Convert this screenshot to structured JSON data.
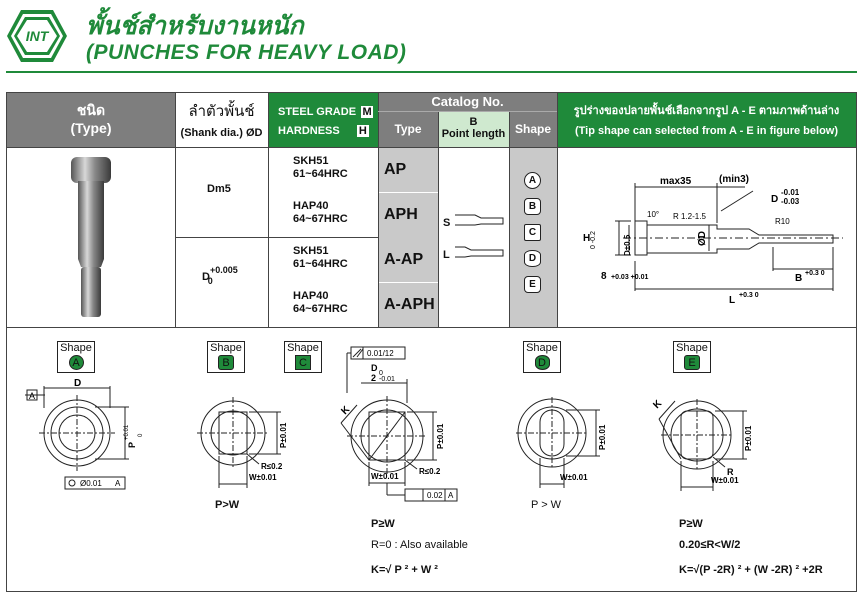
{
  "header": {
    "logo_text": "INT",
    "title_th": "พั้นช์สำหรับงานหนัก",
    "title_en": "(PUNCHES FOR HEAVY LOAD)"
  },
  "table_header": {
    "type_th": "ชนิด",
    "type_en": "(Type)",
    "shank_th": "ลำตัวพั้นช์",
    "shank_en": "(Shank dia.) ØD",
    "steel_grade": "STEEL GRADE",
    "steel_grade_badge": "M",
    "hardness": "HARDNESS",
    "hardness_badge": "H",
    "catalog_no": "Catalog No.",
    "col_type": "Type",
    "col_b": "B",
    "col_b_sub": "Point length",
    "col_shape": "Shape",
    "tip_th": "รูปร่างของปลายพั้นช์เลือกจากรูป A - E ตามภาพด้านล่าง",
    "tip_en": "(Tip shape can selected from A - E in figure below)"
  },
  "rows": [
    {
      "shank": "Dm5",
      "steel": "SKH51",
      "hardness": "61~64HRC",
      "type": "AP"
    },
    {
      "steel": "HAP40",
      "hardness": "64~67HRC",
      "type": "APH"
    },
    {
      "shank_base": "D",
      "shank_sup": "+0.005",
      "shank_sub": "0",
      "steel": "SKH51",
      "hardness": "61~64HRC",
      "type": "A-AP"
    },
    {
      "steel": "HAP40",
      "hardness": "64~67HRC",
      "type": "A-APH"
    }
  ],
  "point_lengths": [
    "S",
    "L"
  ],
  "shapes_list": [
    "A",
    "B",
    "C",
    "D",
    "E"
  ],
  "dimension_drawing": {
    "max35": "max35",
    "min3": "(min3)",
    "d_tol": "D",
    "d_tol_sup": "-0.01",
    "d_tol_sub": "-0.03",
    "r12": "R 1.2-1.5",
    "r10": "R10",
    "deg": "10°",
    "h": "H",
    "h_tol": "0 -0.2",
    "d05": "D±0.5",
    "od": "ØD",
    "eight": "8",
    "eight_tol": "+0.03 +0.01",
    "b": "B",
    "b_tol": "+0.3 0",
    "l": "L",
    "l_tol": "+0.3 0"
  },
  "shape_details": [
    {
      "label": "Shape",
      "letter": "A",
      "dim_d": "D",
      "ref": "A",
      "tol_p": "P",
      "tol_p_sup": "+0.01",
      "tol_p_sub": "0",
      "conc": "Ø0.01",
      "conc_ref": "A"
    },
    {
      "label": "Shape",
      "letter": "B",
      "p": "P±0.01",
      "r": "R≤0.2",
      "w": "W±0.01",
      "note": "P>W"
    },
    {
      "label": "Shape",
      "letter": "C",
      "par": "0.01/12",
      "d": "D",
      "d_sub": "0",
      "d_half": "2",
      "d_tol": "-0.01",
      "k": "K",
      "p": "P±0.01",
      "r": "R≤0.2",
      "w": "W±0.01",
      "flat": "0.02",
      "flat_ref": "A",
      "note1": "P≥W",
      "note2": "R=0 : Also available",
      "note3": "K=√ P ² + W ²"
    },
    {
      "label": "Shape",
      "letter": "D",
      "p": "P±0.01",
      "w": "W±0.01",
      "note": "P > W"
    },
    {
      "label": "Shape",
      "letter": "E",
      "k": "K",
      "p": "P±0.01",
      "r": "R",
      "w": "W±0.01",
      "note1": "P≥W",
      "note2": "0.20≤R<W/2",
      "note3": "K=√(P -2R) ² + (W -2R) ² +2R"
    }
  ]
}
